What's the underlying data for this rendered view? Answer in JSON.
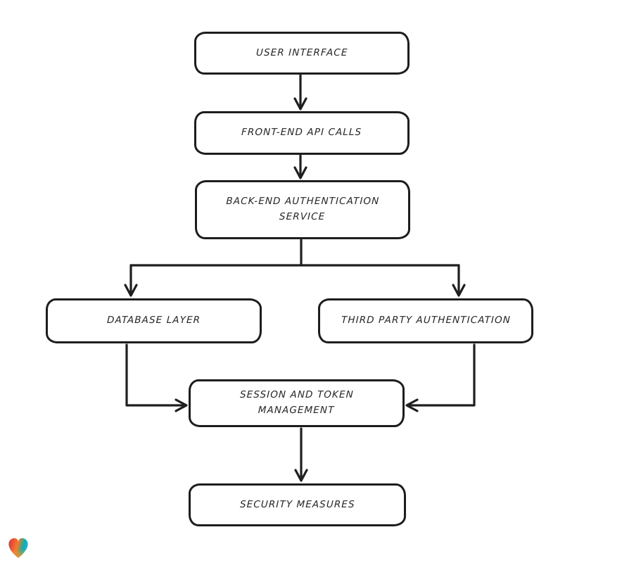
{
  "diagram": {
    "type": "flowchart",
    "style": "hand-drawn-sketch",
    "colors": {
      "background": "#ffffff",
      "stroke": "#1f1f1f",
      "node_fill": "#ffffff",
      "text": "#262626"
    },
    "nodes": {
      "user_interface": {
        "label": "USER INTERFACE"
      },
      "front_end_api_calls": {
        "label": "FRONT-END API CALLS"
      },
      "back_end_authentication_service": {
        "label": "BACK-END AUTHENTICATION SERVICE"
      },
      "database_layer": {
        "label": "DATABASE LAYER"
      },
      "third_party_authentication": {
        "label": "THIRD PARTY AUTHENTICATION"
      },
      "session_and_token_management": {
        "label": "SESSION AND TOKEN MANAGEMENT"
      },
      "security_measures": {
        "label": "SECURITY MEASURES"
      }
    },
    "edges": [
      {
        "from": "user_interface",
        "to": "front_end_api_calls"
      },
      {
        "from": "front_end_api_calls",
        "to": "back_end_authentication_service"
      },
      {
        "from": "back_end_authentication_service",
        "to": "database_layer"
      },
      {
        "from": "back_end_authentication_service",
        "to": "third_party_authentication"
      },
      {
        "from": "database_layer",
        "to": "session_and_token_management"
      },
      {
        "from": "third_party_authentication",
        "to": "session_and_token_management"
      },
      {
        "from": "session_and_token_management",
        "to": "security_measures"
      }
    ],
    "logo": {
      "name": "gradient-heart-logo",
      "colors": [
        "#e42a34",
        "#ef7d2e",
        "#f4a22a",
        "#28a7d9",
        "#12b0a5"
      ]
    }
  }
}
